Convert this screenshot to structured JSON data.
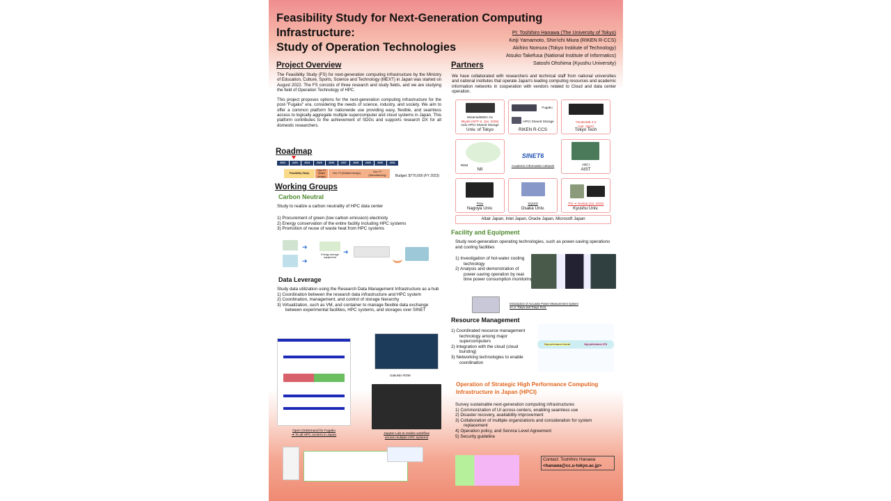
{
  "title": [
    "Feasibility Study for Next-Generation Computing Infrastructure:",
    "Study of Operation Technologies"
  ],
  "authors": [
    "PI: Toshihiro Hanawa (The University of Tokyo)",
    "Keiji Yamamoto, Shin'ichi Miura (RIKEN R-CCS)",
    "Akihiro Nomura (Tokyo Institute of Technology)",
    "Atsuko Takefusa (National Institute of Informatics)",
    "Satoshi Ohshima (Kyushu University)"
  ],
  "overview": {
    "heading": "Project Overview",
    "p1": "The Feasibility Study (FS) for next-generation computing infrastructure by the Ministry of Education, Culture, Sports, Science and Technology (MEXT) in Japan was started on August 2022. The FS consists of three research and study fields, and we are studying the field of Operation Technology of HPC.",
    "p2": "This project proposes options for the next-generation computing infrastructure for the post-\"Fugaku\" era, considering the needs of science, industry, and society. We aim to offer a common platform for nationwide use providing easy, flexible, and seamless access to logically aggregate multiple supercomputer and cloud systems in Japan. This platform contributes to the achievement of SDGs and supports research DX for all domestic researchers."
  },
  "roadmap": {
    "heading": "Roadmap",
    "years": [
      "2022",
      "2023",
      "2024",
      "2025",
      "2026",
      "2027",
      "2028",
      "2029",
      "2030",
      "2031"
    ],
    "phases": [
      "Feasibility Study",
      "Dev. PI (Basic design)",
      "Dev. PI (Detailed design)",
      "Dev. PI (Manufacturing)"
    ],
    "budget": "Budget: $770,000 (FY 2023)"
  },
  "working_groups": {
    "heading": "Working Groups",
    "carbon": {
      "heading": "Carbon Neutral",
      "intro": "Study to realize a carbon neutrality of HPC data center",
      "items": [
        "1)  Procurement of green (low carbon emission) electricity",
        "2)  Energy conservation of the entire facility including HPC systems",
        "3)  Promotion of reuse of waste heat from HPC systems"
      ],
      "img_label": "Energy storage equipment"
    },
    "data": {
      "heading": "Data  Leverage",
      "intro": "Study data utilization using the Research Data Management Infrastructure as a hub",
      "items": [
        "1)  Coordination between the research data infrastructure and HPC system",
        "2)  Coordination, management, and control of storage hierarchy",
        "3)  Virtualization, such as VM, and container to manage flexible data exchange between experimental facilities, HPC systems, and storages over SINET"
      ],
      "captions": {
        "ood": [
          "Open OnDemand for Fugaku",
          "➔ To all HPC centers in Japan"
        ],
        "rdm": "GakuNin RDM",
        "jupyter": [
          "Jupyter Lab to realize workflow",
          "across multiple HPC systems"
        ]
      }
    }
  },
  "partners": {
    "heading": "Partners",
    "text": "We have collaborated with researchers and technical staff from national universities and national institutes that operate Japan's leading computing resources and academic information networks in cooperation with vendors related to Cloud and data center operation.",
    "cards": [
      {
        "name": "Univ. of Tokyo",
        "lines": [
          "Wisteria/BDEC-01",
          "Miyabi (OFP-II, Jan. 2025)",
          "mdx    HPCI Shared Storage"
        ]
      },
      {
        "name": "RIKEN R-CCS",
        "lines": [
          "Fugaku",
          "HPCI Shared Storage"
        ]
      },
      {
        "name": "Tokyo Tech",
        "lines": [
          "TSUBAME 4.0",
          "(Apr. 2024)"
        ]
      },
      {
        "name": "NII",
        "lines": [
          "RDM"
        ]
      },
      {
        "name": "SINET6",
        "lines": [
          "Academic information network"
        ]
      },
      {
        "name": "AIST",
        "lines": [
          "ABCI"
        ]
      },
      {
        "name": "Nagoya Univ.",
        "lines": [
          "Flow"
        ]
      },
      {
        "name": "Osaka Univ.",
        "lines": [
          "SQUID"
        ]
      },
      {
        "name": "Kyushu Univ.",
        "lines": [
          "ITO ➔ Genkai (Jul. 2024)"
        ]
      }
    ],
    "vendors": "Altair Japan, Intel Japan, Oracle Japan, Microsoft Japan"
  },
  "facility": {
    "heading": "Facility and Equipment",
    "intro": "Study next-generation operating technologies, such as power-saving operations and cooling facilities",
    "items": [
      "1)  Investigation of  hot-water cooling technology",
      "2)  Analysis and demonstration of power-saving operation by real-time power consumption monitoring"
    ],
    "caption": [
      "Introduction of Accurate Power Measurement System",
      "on U. Tokyo and Tokyo Tech."
    ]
  },
  "resource": {
    "heading": "Resource Management",
    "items": [
      "1)  Coordinated resource management technology among major supercomputers",
      "2)  Integration with the cloud (cloud bursting)",
      "3)  Networking technologies to enable coordination"
    ],
    "diagram": [
      "High-performance Internet",
      "High-performance VPN"
    ]
  },
  "hpci": {
    "heading": "Operation of Strategic High Performance Computing Infrastructure in Japan (HPCI)",
    "intro": "Survey sustainable next-generation computing infrastructures",
    "items": [
      "1)  Commonization of UI  across centers, enabling seamless use",
      "2)  Disaster recovery, availability improvement",
      "3)  Collaboration of multiple organizations and consideration for system replacement",
      "4)  Operation policy, and Service Level Agreement",
      "5)  Security guideline"
    ]
  },
  "contact": {
    "line1": "Contact: Toshihiro Hanawa",
    "line2": "<hanawa@cc.u-tokyo.ac.jp>"
  },
  "colors": {
    "green_heading": "#4f8a2f",
    "orange_heading": "#e0661e",
    "roadmap_blue": "#1f3a68",
    "card_border": "#f0a0a0"
  }
}
